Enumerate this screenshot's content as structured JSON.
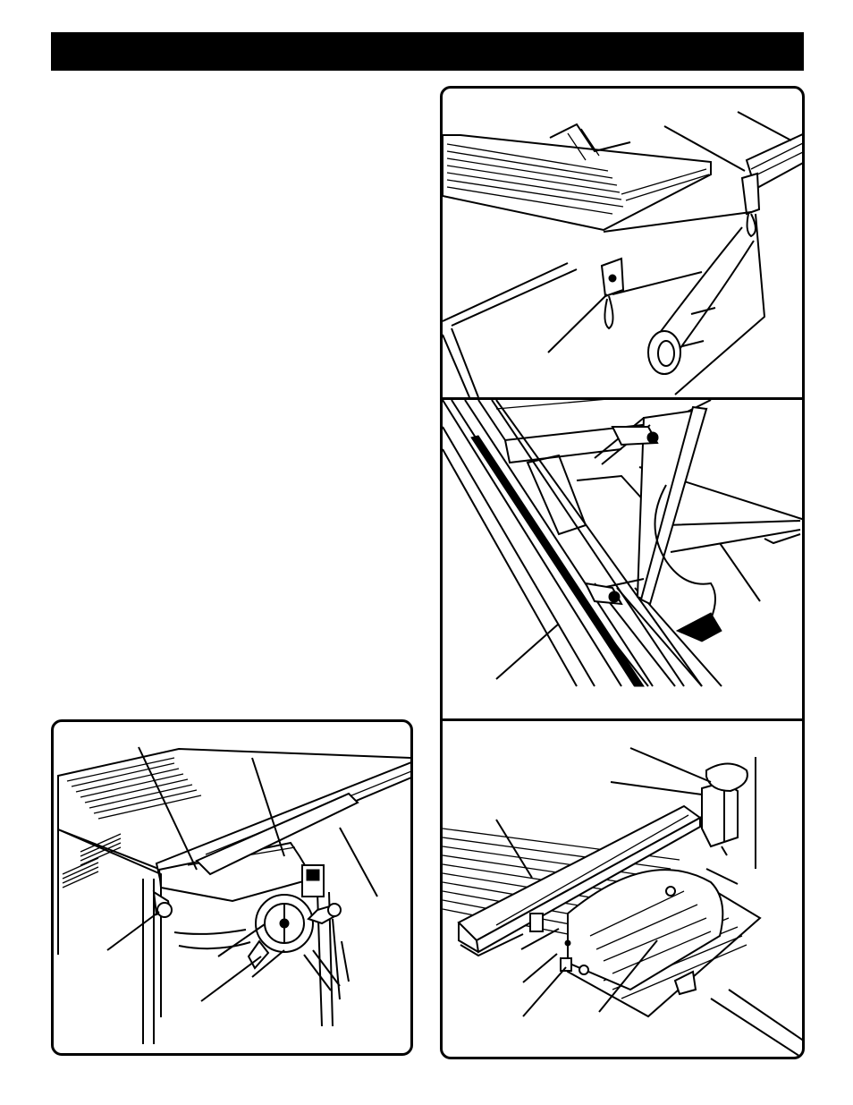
{
  "header": {
    "title": ""
  },
  "figures": [
    {
      "id": "fig-left-saw",
      "caption": ""
    },
    {
      "id": "fig-top-right",
      "caption": ""
    },
    {
      "id": "fig-middle-right",
      "caption": ""
    },
    {
      "id": "fig-bottom-right",
      "caption": ""
    }
  ],
  "colors": {
    "ink": "#000000",
    "paper": "#ffffff"
  }
}
